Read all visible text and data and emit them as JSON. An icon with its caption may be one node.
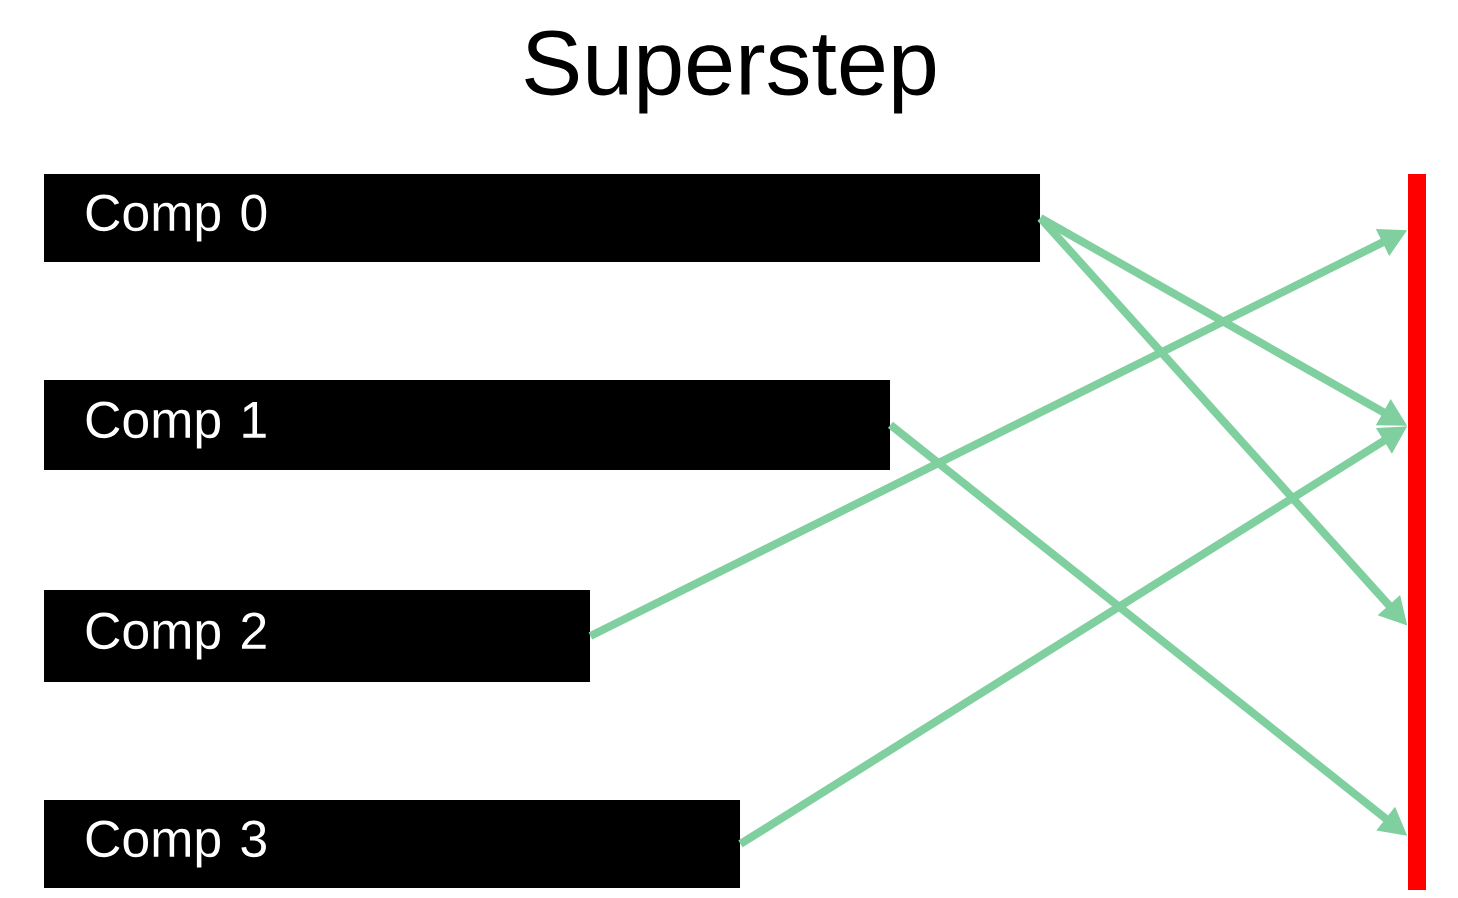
{
  "diagram": {
    "title": "Superstep",
    "nodes": [
      {
        "text": [
          "Comp 0"
        ]
      },
      {
        "text": [
          "Comp 1"
        ]
      },
      {
        "text": [
          "Comp 2"
        ]
      },
      {
        "text": [
          "Comp 3"
        ]
      },
      {
        "text": [],
        "shape": "bar"
      }
    ],
    "edges": [
      {
        "from": 0,
        "to": 4,
        "arrow": "to"
      },
      {
        "from": 0,
        "to": 4,
        "arrow": "to"
      },
      {
        "from": 1,
        "to": 4,
        "arrow": "to"
      },
      {
        "from": 2,
        "to": 4,
        "arrow": "to"
      },
      {
        "from": 3,
        "to": 4,
        "arrow": "to"
      }
    ]
  }
}
